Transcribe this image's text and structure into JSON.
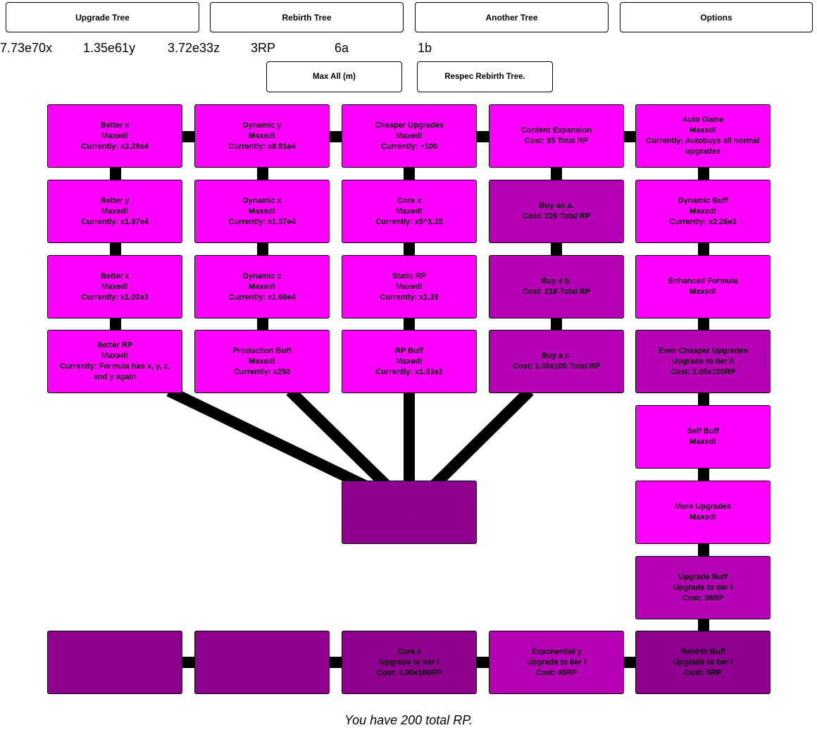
{
  "tabs": [
    {
      "label": "Upgrade Tree"
    },
    {
      "label": "Rebirth Tree"
    },
    {
      "label": "Another Tree"
    },
    {
      "label": "Options"
    }
  ],
  "stats": {
    "x": "7.73e70x",
    "y": "1.35e61y",
    "z": "3.72e33z",
    "rp": "3RP",
    "a": "6a",
    "b": "1b"
  },
  "actions": {
    "max_all": "Max All (m)",
    "respec": "Respec Rebirth Tree."
  },
  "nodes": {
    "better_x": {
      "title": "Better x",
      "status": "Maxed!",
      "info": "Currently: x3.28e4"
    },
    "dynamic_y": {
      "title": "Dynamic y",
      "status": "Maxed!",
      "info": "Currently: x8.91e4"
    },
    "cheaper_upgrades": {
      "title": "Cheaper Upgrades",
      "status": "Maxed!",
      "info": "Currently: +100"
    },
    "content_expansion": {
      "title": "Content Expansion",
      "status": "Cost: 85 Total RP",
      "info": ""
    },
    "auto_game": {
      "title": "Auto Game",
      "status": "Maxed!",
      "info": "Currently: Autobuys all normal upgrades"
    },
    "better_y": {
      "title": "Better y",
      "status": "Maxed!",
      "info": "Currently: x1.97e4"
    },
    "dynamic_x": {
      "title": "Dynamic x",
      "status": "Maxed!",
      "info": "Currently: x1.37e4"
    },
    "core_x": {
      "title": "Core x",
      "status": "Maxed!",
      "info": "Currently: x5^1.25"
    },
    "buy_a": {
      "title": "Buy an a.",
      "status": "Cost: 220 Total RP",
      "info": ""
    },
    "dynamic_buff": {
      "title": "Dynamic Buff",
      "status": "Maxed!",
      "info": "Currently: x2.26e3"
    },
    "better_z": {
      "title": "Better z",
      "status": "Maxed!",
      "info": "Currently: x1.00e3"
    },
    "dynamic_z": {
      "title": "Dynamic z",
      "status": "Maxed!",
      "info": "Currently: x1.68e4"
    },
    "static_rp": {
      "title": "Static RP",
      "status": "Maxed!",
      "info": "Currently: x1.38"
    },
    "buy_b": {
      "title": "Buy a b.",
      "status": "Cost: 218 Total RP",
      "info": ""
    },
    "enhanced_formula": {
      "title": "Enhanced Formula",
      "status": "Maxed!",
      "info": ""
    },
    "better_rp": {
      "title": "Better RP",
      "status": "Maxed!",
      "info": "Currently: Formula has x, y, z, and y again"
    },
    "production_buff": {
      "title": "Production Buff",
      "status": "Maxed!",
      "info": "Currently: x250"
    },
    "rp_buff": {
      "title": "RP Buff",
      "status": "Maxed!",
      "info": "Currently: x1.53e3"
    },
    "buy_c": {
      "title": "Buy a c.",
      "status": "Cost: 1.00e100 Total RP",
      "info": ""
    },
    "even_cheaper": {
      "title": "Even Cheaper Upgrades",
      "status": "Upgrade to tier II",
      "info": "Cost: 1.00e100RP"
    },
    "self_buff": {
      "title": "Self Buff",
      "status": "Maxed!",
      "info": ""
    },
    "hidden_center": {
      "title": ".",
      "status": "",
      "info": ""
    },
    "more_upgrades": {
      "title": "More Upgrades",
      "status": "Maxed!",
      "info": ""
    },
    "upgrade_buff": {
      "title": "Upgrade Buff",
      "status": "Upgrade to tier I",
      "info": "Cost: 38RP"
    },
    "hidden_bottom_1": {
      "title": ".",
      "status": "",
      "info": ""
    },
    "hidden_bottom_2": {
      "title": ".",
      "status": "",
      "info": ""
    },
    "core_z": {
      "title": "Core z",
      "status": "Upgrade to tier I",
      "info": "Cost: 1.00e100RP"
    },
    "exponential_y": {
      "title": "Exponential y",
      "status": "Upgrade to tier I",
      "info": "Cost: 45RP"
    },
    "rebirth_buff": {
      "title": "Rebirth Buff",
      "status": "Upgrade to tier I",
      "info": "Cost: 5RP"
    }
  },
  "footer": {
    "total_rp": "You have 200 total RP."
  },
  "colors": {
    "maxed": "#ff00ff",
    "available": "#b500b5",
    "locked": "#8e008e",
    "line": "#000000"
  }
}
